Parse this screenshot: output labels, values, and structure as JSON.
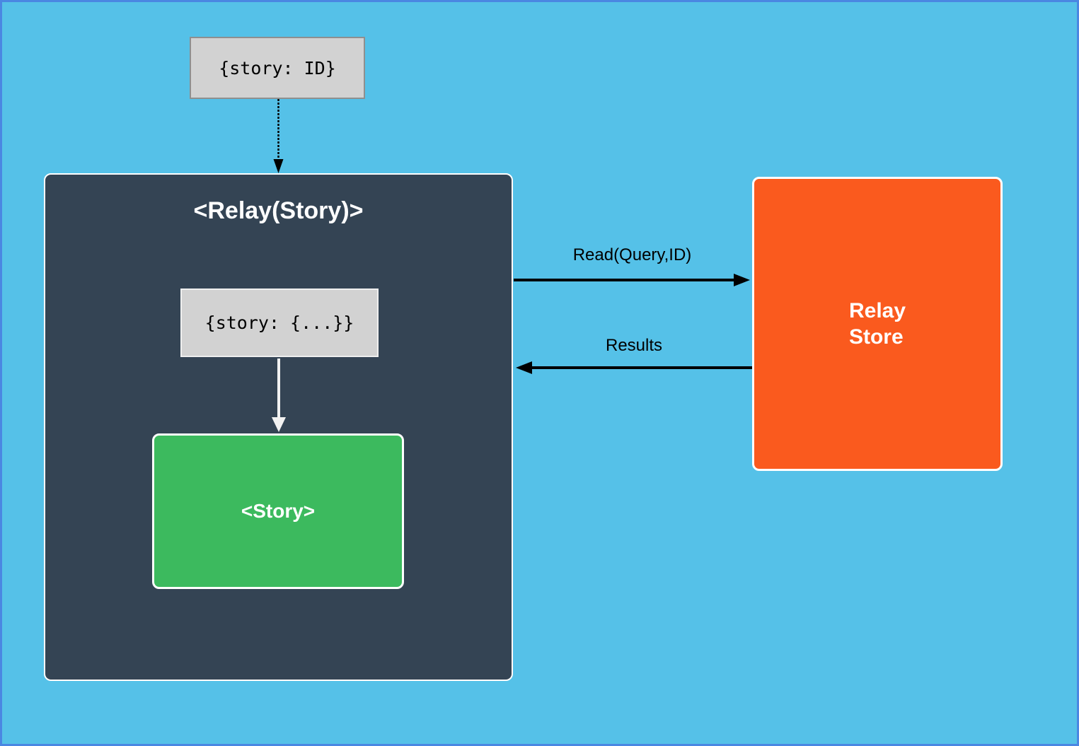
{
  "page": {
    "background_color": "#55c1e8",
    "frame_border_color": "#4a87e2"
  },
  "diagram": {
    "query_box": {
      "label": "{story: ID}",
      "fill": "#d2d2d2",
      "border": "#8f8f8f"
    },
    "relay_container": {
      "title": "<Relay(Story)>",
      "fill": "#344454",
      "border": "#ffffff"
    },
    "props_box": {
      "label": "{story: {...}}",
      "fill": "#d2d2d2"
    },
    "story_box": {
      "label": "<Story>",
      "fill": "#3cba5e"
    },
    "store_box": {
      "line1": "Relay",
      "line2": "Store",
      "fill": "#fa5a1e"
    },
    "arrows": {
      "read_label": "Read(Query,ID)",
      "results_label": "Results",
      "arrow_color": "#000000",
      "inner_arrow_color": "#f2f2f2"
    }
  }
}
